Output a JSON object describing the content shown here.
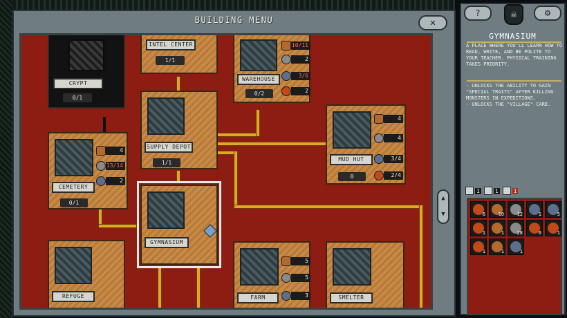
{
  "window": {
    "title": "BUILDING MENU",
    "close_symbol": "✕",
    "scroll_up": "▲",
    "scroll_down": "▼"
  },
  "buildings": [
    {
      "id": "crypt",
      "name": "CRYPT",
      "count": "0/1",
      "locked": true,
      "resources": []
    },
    {
      "id": "intel-center",
      "name": "INTEL CENTER",
      "count": "1/1",
      "resources": []
    },
    {
      "id": "warehouse",
      "name": "WAREHOUSE",
      "count": "0/2",
      "resources": [
        {
          "icon": "wood-icon",
          "value": "10/11",
          "short": true
        },
        {
          "icon": "stone-icon",
          "value": "2"
        },
        {
          "icon": "metal-icon",
          "value": "3/6",
          "short": true
        },
        {
          "icon": "food-icon",
          "value": "2"
        }
      ]
    },
    {
      "id": "supply-depot",
      "name": "SUPPLY DEPOT",
      "count": "1/1",
      "resources": []
    },
    {
      "id": "mud-hut",
      "name": "MUD HUT",
      "count": "0",
      "resources": [
        {
          "icon": "wood-icon",
          "value": "4"
        },
        {
          "icon": "stone-icon",
          "value": "4"
        },
        {
          "icon": "metal-icon",
          "value": "3/4"
        },
        {
          "icon": "food-icon",
          "value": "2/4"
        }
      ]
    },
    {
      "id": "cemetery",
      "name": "CEMETERY",
      "count": "0/1",
      "resources": [
        {
          "icon": "wood-icon",
          "value": "4"
        },
        {
          "icon": "stone-icon",
          "value": "13/14",
          "short": true
        },
        {
          "icon": "metal-icon",
          "value": "2"
        }
      ]
    },
    {
      "id": "gymnasium",
      "name": "GYMNASIUM",
      "count": "",
      "selected": true,
      "resources": []
    },
    {
      "id": "refuge",
      "name": "REFUGE",
      "count": "",
      "resources": []
    },
    {
      "id": "farm",
      "name": "FARM",
      "count": "",
      "resources": [
        {
          "icon": "wood-icon",
          "value": "5"
        },
        {
          "icon": "stone-icon",
          "value": "5"
        },
        {
          "icon": "metal-icon",
          "value": "3"
        }
      ]
    },
    {
      "id": "smelter",
      "name": "SMELTER",
      "count": "",
      "resources": []
    }
  ],
  "sidebar": {
    "help_symbol": "?",
    "skull_symbol": "☠",
    "settings_symbol": "⚙",
    "title": "GYMNASIUM",
    "description": "A place where you'll learn how to read, write, and be polite to your teacher. Physical training takes priority.",
    "effects": [
      "- Unlocks the ability to gain \"special traits\" after killing monsters in expeditions.",
      "- Unlocks the \"Village\" card."
    ],
    "inventory_tabs": [
      {
        "icon": "building-icon",
        "count": "1"
      },
      {
        "icon": "sword-icon",
        "count": "1"
      },
      {
        "icon": "card-icon",
        "count": "1"
      }
    ],
    "inventory": [
      {
        "icon": "food-icon",
        "count": "6"
      },
      {
        "icon": "wood-icon",
        "count": "10"
      },
      {
        "icon": "stone-icon",
        "count": "12"
      },
      {
        "icon": "metal-icon",
        "count": "1"
      },
      {
        "icon": "metal-icon",
        "count": "5"
      },
      {
        "icon": "food-icon",
        "count": "1"
      },
      {
        "icon": "wood-icon",
        "count": "1"
      },
      {
        "icon": "stone-icon",
        "count": "28"
      },
      {
        "icon": "food-icon",
        "count": "6"
      },
      {
        "icon": "food-icon",
        "count": "1"
      },
      {
        "icon": "food-icon",
        "count": "1"
      },
      {
        "icon": "wood-icon",
        "count": "1"
      },
      {
        "icon": "metal-icon",
        "count": "1"
      }
    ]
  },
  "colors": {
    "board": "#8d1d12",
    "path": "#e0a725",
    "frame": "#6f7d82",
    "alert": "#ff6b6b"
  }
}
